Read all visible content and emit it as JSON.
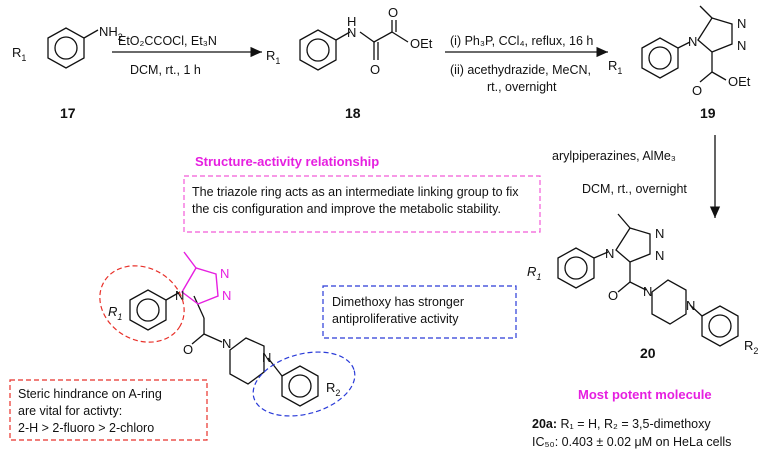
{
  "compounds": {
    "c17": {
      "id": "17",
      "amine": "NH",
      "r1": "R",
      "r1_sub": "1",
      "nh_sub": "2"
    },
    "c18": {
      "id": "18",
      "nh": "N",
      "h": "H",
      "o1": "O",
      "o2": "O",
      "oet": "OEt",
      "r1": "R",
      "r1_sub": "1"
    },
    "c19": {
      "id": "19",
      "r1": "R",
      "r1_sub": "1",
      "n1": "N",
      "n2": "N",
      "n3": "N",
      "o": "O",
      "oet": "OEt"
    },
    "c20": {
      "id": "20",
      "r1": "R",
      "r1_sub": "1",
      "r2": "R",
      "r2_sub": "2",
      "n1": "N",
      "n2": "N",
      "n3": "N",
      "o": "O",
      "pip_n1": "N",
      "pip_n2": "N"
    },
    "sar": {
      "r1": "R",
      "r1_sub": "1",
      "r2": "R",
      "r2_sub": "2",
      "n1": "N",
      "n2": "N",
      "n3": "N",
      "o": "O",
      "pip_n1": "N",
      "pip_n2": "N"
    }
  },
  "steps": {
    "step1_top": "EtO₂CCOCl, Et₃N",
    "step1_bottom": "DCM, rt., 1 h",
    "step2_top": "(i) Ph₃P, CCl₄, reflux, 16 h",
    "step2_mid": "(ii) acethydrazide, MeCN,",
    "step2_bottom": "rt., overnight",
    "step3_top": "arylpiperazines, AlMe₃",
    "step3_bottom": "DCM, rt., overnight"
  },
  "sar": {
    "title": "Structure-activity relationship",
    "triazole_note": "The triazole ring acts as an intermediate linking group to fix the cis configuration and improve the metabolic stability.",
    "dimethoxy_note": "Dimethoxy has stronger antiproliferative activity",
    "steric_note_1": "Steric hindrance on A-ring",
    "steric_note_2": "are vital for activty:",
    "steric_note_3": "2-H > 2-fluoro > 2-chloro"
  },
  "result": {
    "heading": "Most potent molecule",
    "line1_label": "20a:",
    "line1_text": " R₁ = H, R₂ = 3,5-dimethoxy",
    "line2_text": "IC₅₀: 0.403 ± 0.02 μM on HeLa cells"
  },
  "colors": {
    "magenta": "#e61fe0",
    "red_dash": "#e8312a",
    "blue_dash": "#2a3bd8",
    "pink_dash": "#f25ad8"
  }
}
